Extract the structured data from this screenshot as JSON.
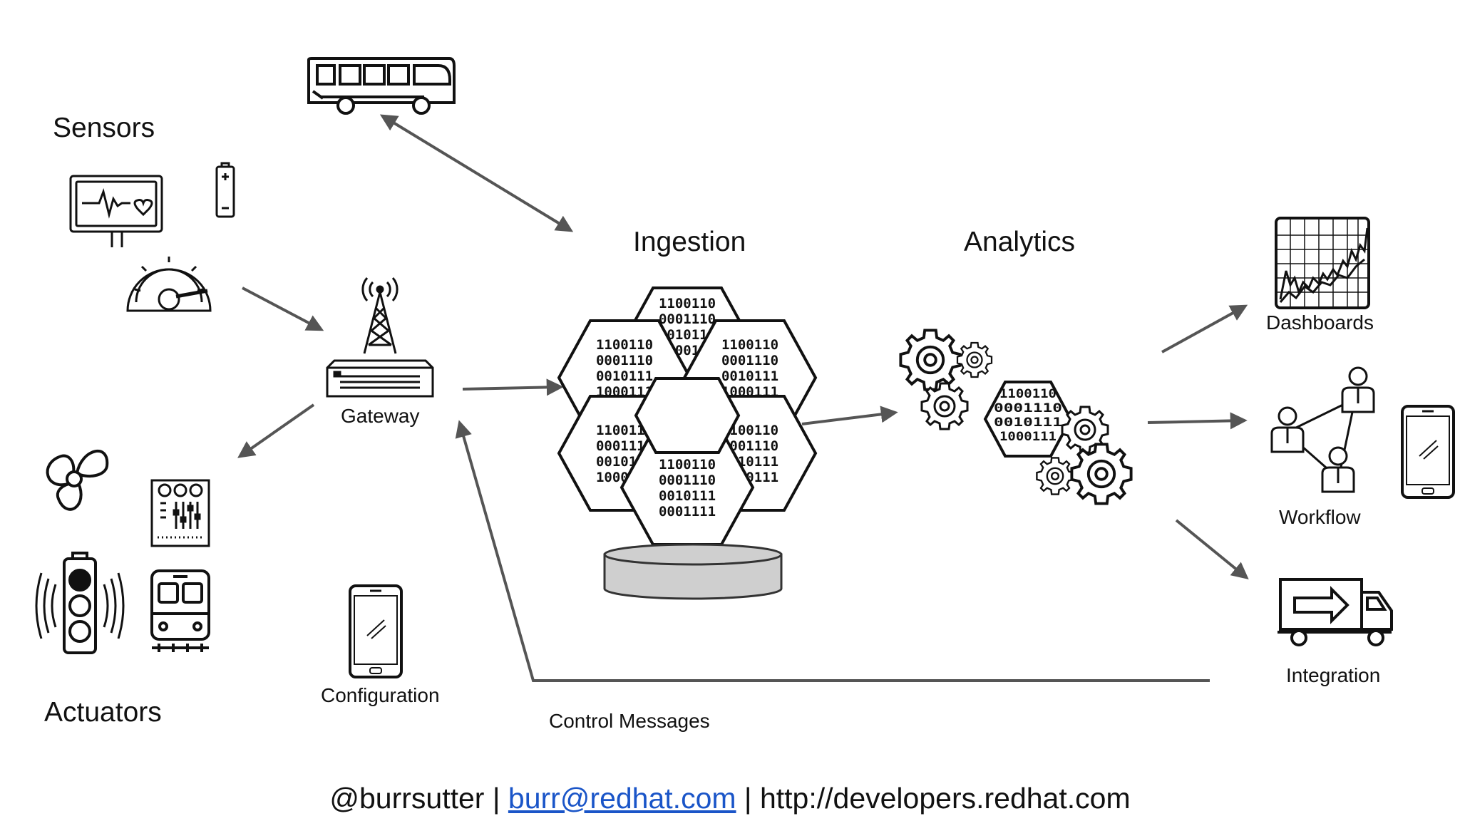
{
  "labels": {
    "sensors": "Sensors",
    "actuators": "Actuators",
    "gateway": "Gateway",
    "configuration": "Configuration",
    "ingestion": "Ingestion",
    "analytics": "Analytics",
    "dashboards": "Dashboards",
    "workflow": "Workflow",
    "integration": "Integration",
    "control_messages": "Control Messages"
  },
  "binary": {
    "row_a": "1100110",
    "row_b": "0001110",
    "row_c": "0010111",
    "row_d": "1000111",
    "row_e": "0001111"
  },
  "footer": {
    "handle": "@burrsutter",
    "sep": " | ",
    "email": "burr@redhat.com",
    "site": "http://developers.redhat.com"
  },
  "colors": {
    "arrow": "#555555",
    "link": "#1a55c8",
    "cylinder_fill": "#cfcfcf"
  }
}
